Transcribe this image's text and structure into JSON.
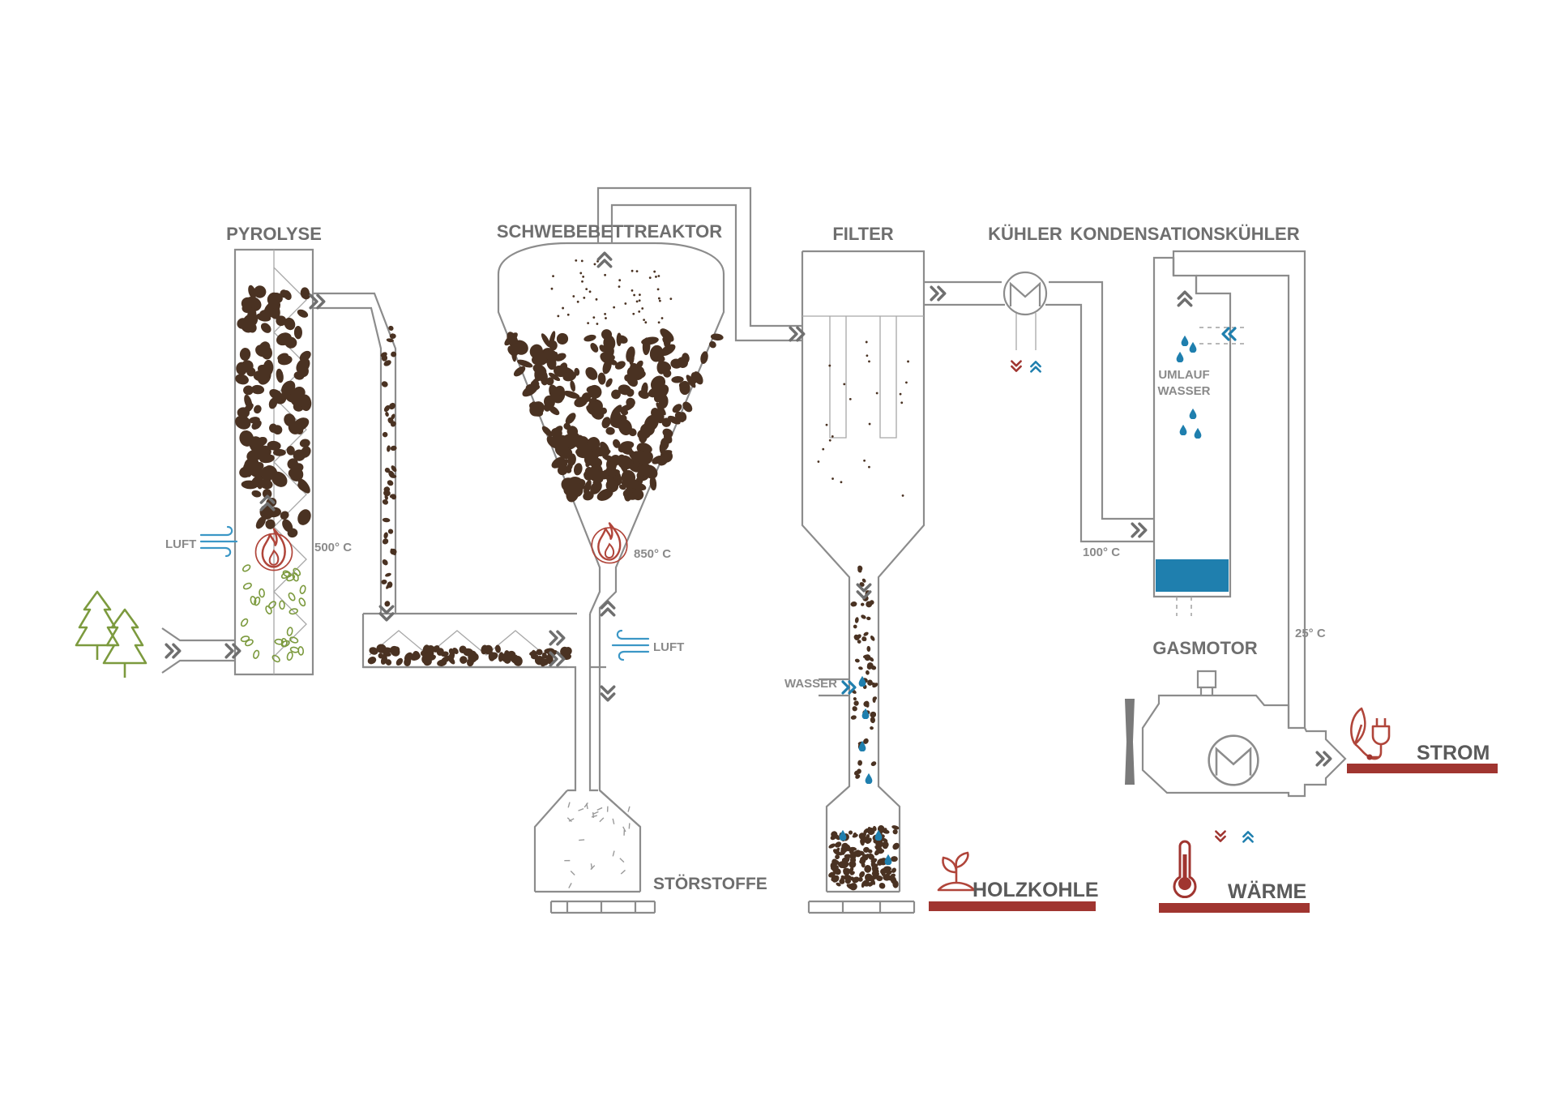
{
  "labels": {
    "pyrolyse": "PYROLYSE",
    "schwebebettreaktor": "SCHWEBEBETTREAKTOR",
    "filter": "FILTER",
    "kuehler": "KÜHLER",
    "kondensationskuehler": "KONDENSATIONSKÜHLER",
    "gasmotor": "GASMOTOR",
    "stoerstoffe": "STÖRSTOFFE",
    "umlauf": "UMLAUF",
    "wasser_umlauf": "WASSER",
    "wasser_filter": "WASSER",
    "luft_pyrolyse": "LUFT",
    "luft_reaktor": "LUFT"
  },
  "temperatures": {
    "pyrolyse": "500° C",
    "reaktor": "850° C",
    "kondensation": "100° C",
    "gasmotor": "25° C"
  },
  "outputs": {
    "holzkohle": "HOLZKOHLE",
    "waerme": "WÄRME",
    "strom": "STROM"
  },
  "icons": {
    "input": "tree-icon",
    "flame": "flame-icon",
    "air": "wind-icon",
    "holzkohle": "plant-icon",
    "waerme": "thermometer-icon",
    "strom": "plug-leaf-icon"
  },
  "colors": {
    "line": "#8c8c8c",
    "chevron": "#6f6f6f",
    "particle": "#4a3222",
    "flame": "#b0453a",
    "output_bar": "#a03530",
    "water": "#1f7fae",
    "air": "#3b97c6",
    "wood": "#7c9a3e",
    "text": "#6e6e6e"
  }
}
